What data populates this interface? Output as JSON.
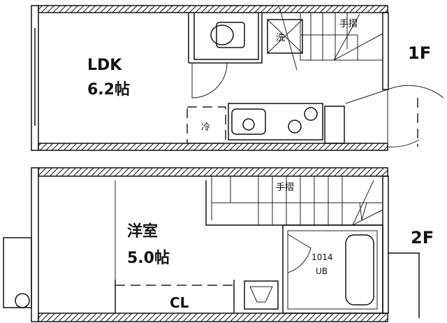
{
  "floor1": {
    "floor_label": "1F",
    "room_name": "LDK",
    "room_size": "6.2帖",
    "handrail_label": "手摺",
    "washer_label": "洗",
    "fridge_label": "冷"
  },
  "floor2": {
    "floor_label": "2F",
    "room_name": "洋室",
    "room_size": "5.0帖",
    "closet_label": "CL",
    "handrail_label": "手摺",
    "bath_size": "1014",
    "bath_label": "UB"
  }
}
